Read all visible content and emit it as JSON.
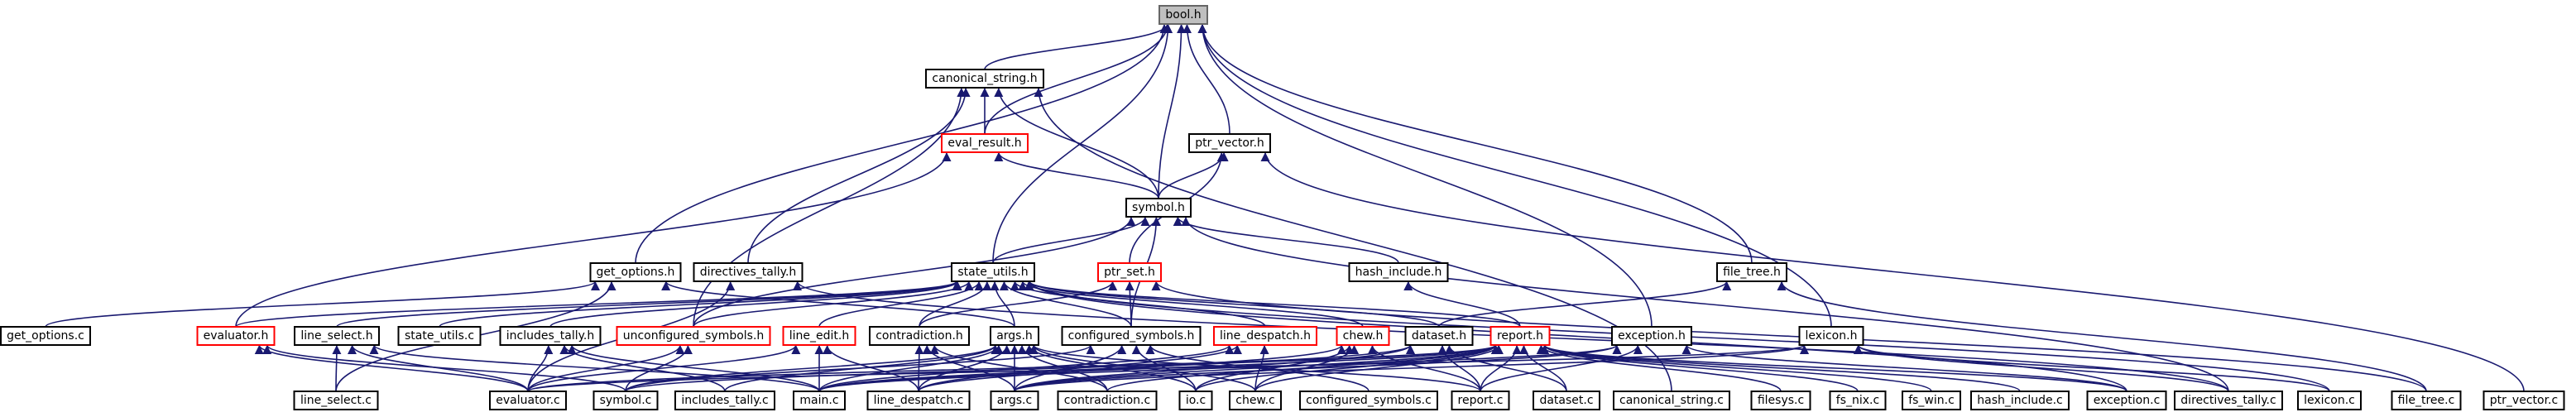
{
  "colors": {
    "edge": "#191970",
    "node_border": "#000000",
    "node_border_truncated": "#ff0000",
    "node_border_root": "#666666",
    "root_fill": "#bfbfbf"
  },
  "nodes": [
    {
      "id": "bool_h",
      "label": "bool.h",
      "kind": "root"
    },
    {
      "id": "canonical_string_h",
      "label": "canonical_string.h",
      "kind": "normal"
    },
    {
      "id": "eval_result_h",
      "label": "eval_result.h",
      "kind": "truncated"
    },
    {
      "id": "ptr_vector_h",
      "label": "ptr_vector.h",
      "kind": "normal"
    },
    {
      "id": "symbol_h",
      "label": "symbol.h",
      "kind": "normal"
    },
    {
      "id": "get_options_h",
      "label": "get_options.h",
      "kind": "normal"
    },
    {
      "id": "directives_tally_h",
      "label": "directives_tally.h",
      "kind": "normal"
    },
    {
      "id": "state_utils_h",
      "label": "state_utils.h",
      "kind": "normal"
    },
    {
      "id": "ptr_set_h",
      "label": "ptr_set.h",
      "kind": "truncated"
    },
    {
      "id": "hash_include_h",
      "label": "hash_include.h",
      "kind": "normal"
    },
    {
      "id": "file_tree_h",
      "label": "file_tree.h",
      "kind": "normal"
    },
    {
      "id": "get_options_c",
      "label": "get_options.c",
      "kind": "normal"
    },
    {
      "id": "evaluator_h",
      "label": "evaluator.h",
      "kind": "truncated"
    },
    {
      "id": "line_select_h",
      "label": "line_select.h",
      "kind": "normal"
    },
    {
      "id": "state_utils_c",
      "label": "state_utils.c",
      "kind": "normal"
    },
    {
      "id": "includes_tally_h",
      "label": "includes_tally.h",
      "kind": "normal"
    },
    {
      "id": "unconfigured_symbols_h",
      "label": "unconfigured_symbols.h",
      "kind": "truncated"
    },
    {
      "id": "line_edit_h",
      "label": "line_edit.h",
      "kind": "truncated"
    },
    {
      "id": "contradiction_h",
      "label": "contradiction.h",
      "kind": "normal"
    },
    {
      "id": "args_h",
      "label": "args.h",
      "kind": "normal"
    },
    {
      "id": "configured_symbols_h",
      "label": "configured_symbols.h",
      "kind": "normal"
    },
    {
      "id": "line_despatch_h",
      "label": "line_despatch.h",
      "kind": "truncated"
    },
    {
      "id": "chew_h",
      "label": "chew.h",
      "kind": "truncated"
    },
    {
      "id": "dataset_h",
      "label": "dataset.h",
      "kind": "normal"
    },
    {
      "id": "report_h",
      "label": "report.h",
      "kind": "truncated"
    },
    {
      "id": "exception_h",
      "label": "exception.h",
      "kind": "normal"
    },
    {
      "id": "lexicon_h",
      "label": "lexicon.h",
      "kind": "normal"
    },
    {
      "id": "line_select_c",
      "label": "line_select.c",
      "kind": "normal"
    },
    {
      "id": "evaluator_c",
      "label": "evaluator.c",
      "kind": "normal"
    },
    {
      "id": "symbol_c",
      "label": "symbol.c",
      "kind": "normal"
    },
    {
      "id": "includes_tally_c",
      "label": "includes_tally.c",
      "kind": "normal"
    },
    {
      "id": "main_c",
      "label": "main.c",
      "kind": "normal"
    },
    {
      "id": "line_despatch_c",
      "label": "line_despatch.c",
      "kind": "normal"
    },
    {
      "id": "args_c",
      "label": "args.c",
      "kind": "normal"
    },
    {
      "id": "contradiction_c",
      "label": "contradiction.c",
      "kind": "normal"
    },
    {
      "id": "io_c",
      "label": "io.c",
      "kind": "normal"
    },
    {
      "id": "chew_c",
      "label": "chew.c",
      "kind": "normal"
    },
    {
      "id": "configured_symbols_c",
      "label": "configured_symbols.c",
      "kind": "normal"
    },
    {
      "id": "report_c",
      "label": "report.c",
      "kind": "normal"
    },
    {
      "id": "dataset_c",
      "label": "dataset.c",
      "kind": "normal"
    },
    {
      "id": "canonical_string_c",
      "label": "canonical_string.c",
      "kind": "normal"
    },
    {
      "id": "filesys_c",
      "label": "filesys.c",
      "kind": "normal"
    },
    {
      "id": "fs_nix_c",
      "label": "fs_nix.c",
      "kind": "normal"
    },
    {
      "id": "fs_win_c",
      "label": "fs_win.c",
      "kind": "normal"
    },
    {
      "id": "hash_include_c",
      "label": "hash_include.c",
      "kind": "normal"
    },
    {
      "id": "exception_c",
      "label": "exception.c",
      "kind": "normal"
    },
    {
      "id": "directives_tally_c",
      "label": "directives_tally.c",
      "kind": "normal"
    },
    {
      "id": "lexicon_c",
      "label": "lexicon.c",
      "kind": "normal"
    },
    {
      "id": "file_tree_c",
      "label": "file_tree.c",
      "kind": "normal"
    },
    {
      "id": "ptr_vector_c",
      "label": "ptr_vector.c",
      "kind": "normal"
    }
  ],
  "edges": [
    [
      "canonical_string_h",
      "bool_h"
    ],
    [
      "ptr_vector_h",
      "bool_h"
    ],
    [
      "symbol_h",
      "bool_h"
    ],
    [
      "get_options_h",
      "bool_h"
    ],
    [
      "state_utils_h",
      "bool_h"
    ],
    [
      "file_tree_h",
      "bool_h"
    ],
    [
      "exception_h",
      "bool_h"
    ],
    [
      "lexicon_h",
      "bool_h"
    ],
    [
      "eval_result_h",
      "bool_h"
    ],
    [
      "eval_result_h",
      "canonical_string_h"
    ],
    [
      "symbol_h",
      "canonical_string_h"
    ],
    [
      "directives_tally_h",
      "canonical_string_h"
    ],
    [
      "canonical_string_c",
      "canonical_string_h"
    ],
    [
      "unconfigured_symbols_h",
      "canonical_string_h"
    ],
    [
      "symbol_h",
      "eval_result_h"
    ],
    [
      "evaluator_h",
      "eval_result_h"
    ],
    [
      "symbol_h",
      "ptr_vector_h"
    ],
    [
      "ptr_set_h",
      "ptr_vector_h"
    ],
    [
      "ptr_vector_c",
      "ptr_vector_h"
    ],
    [
      "hash_include_h",
      "symbol_h"
    ],
    [
      "state_utils_h",
      "symbol_h"
    ],
    [
      "configured_symbols_h",
      "symbol_h"
    ],
    [
      "unconfigured_symbols_h",
      "symbol_h"
    ],
    [
      "directives_tally_c",
      "symbol_h"
    ],
    [
      "get_options_c",
      "get_options_h"
    ],
    [
      "line_select_c",
      "get_options_h"
    ],
    [
      "args_h",
      "get_options_h"
    ],
    [
      "directives_tally_c",
      "directives_tally_h"
    ],
    [
      "evaluator_c",
      "directives_tally_h"
    ],
    [
      "configured_symbols_h",
      "ptr_set_h"
    ],
    [
      "contradiction_h",
      "ptr_set_h"
    ],
    [
      "file_tree_c",
      "ptr_set_h"
    ],
    [
      "report_h",
      "hash_include_h"
    ],
    [
      "dataset_h",
      "file_tree_h"
    ],
    [
      "file_tree_c",
      "file_tree_h"
    ],
    [
      "evaluator_h",
      "state_utils_h"
    ],
    [
      "line_select_h",
      "state_utils_h"
    ],
    [
      "state_utils_c",
      "state_utils_h"
    ],
    [
      "includes_tally_h",
      "state_utils_h"
    ],
    [
      "unconfigured_symbols_h",
      "state_utils_h"
    ],
    [
      "line_edit_h",
      "state_utils_h"
    ],
    [
      "contradiction_h",
      "state_utils_h"
    ],
    [
      "args_h",
      "state_utils_h"
    ],
    [
      "configured_symbols_h",
      "state_utils_h"
    ],
    [
      "line_despatch_h",
      "state_utils_h"
    ],
    [
      "chew_h",
      "state_utils_h"
    ],
    [
      "dataset_h",
      "state_utils_h"
    ],
    [
      "report_h",
      "state_utils_h"
    ],
    [
      "lexicon_c",
      "state_utils_h"
    ],
    [
      "exception_c",
      "state_utils_h"
    ],
    [
      "evaluator_c",
      "evaluator_h"
    ],
    [
      "symbol_c",
      "evaluator_h"
    ],
    [
      "line_select_c",
      "line_select_h"
    ],
    [
      "evaluator_c",
      "line_select_h"
    ],
    [
      "main_c",
      "line_select_h"
    ],
    [
      "evaluator_c",
      "includes_tally_h"
    ],
    [
      "includes_tally_c",
      "includes_tally_h"
    ],
    [
      "main_c",
      "includes_tally_h"
    ],
    [
      "symbol_c",
      "unconfigured_symbols_h"
    ],
    [
      "evaluator_c",
      "unconfigured_symbols_h"
    ],
    [
      "main_c",
      "line_edit_h"
    ],
    [
      "line_despatch_c",
      "line_edit_h"
    ],
    [
      "evaluator_c",
      "line_edit_h"
    ],
    [
      "contradiction_c",
      "contradiction_h"
    ],
    [
      "line_despatch_c",
      "contradiction_h"
    ],
    [
      "args_c",
      "contradiction_h"
    ],
    [
      "symbol_c",
      "args_h"
    ],
    [
      "includes_tally_c",
      "args_h"
    ],
    [
      "main_c",
      "args_h"
    ],
    [
      "line_despatch_c",
      "args_h"
    ],
    [
      "args_c",
      "args_h"
    ],
    [
      "contradiction_c",
      "args_h"
    ],
    [
      "io_c",
      "args_h"
    ],
    [
      "chew_c",
      "args_h"
    ],
    [
      "report_c",
      "args_h"
    ],
    [
      "configured_symbols_c",
      "configured_symbols_h"
    ],
    [
      "args_c",
      "configured_symbols_h"
    ],
    [
      "symbol_c",
      "configured_symbols_h"
    ],
    [
      "io_c",
      "configured_symbols_h"
    ],
    [
      "line_despatch_c",
      "line_despatch_h"
    ],
    [
      "main_c",
      "line_despatch_h"
    ],
    [
      "chew_c",
      "line_despatch_h"
    ],
    [
      "chew_c",
      "chew_h"
    ],
    [
      "io_c",
      "chew_h"
    ],
    [
      "line_despatch_c",
      "chew_h"
    ],
    [
      "report_c",
      "chew_h"
    ],
    [
      "dataset_c",
      "dataset_h"
    ],
    [
      "main_c",
      "dataset_h"
    ],
    [
      "args_c",
      "dataset_h"
    ],
    [
      "report_c",
      "dataset_h"
    ],
    [
      "report_c",
      "report_h"
    ],
    [
      "symbol_c",
      "report_h"
    ],
    [
      "evaluator_c",
      "report_h"
    ],
    [
      "args_c",
      "report_h"
    ],
    [
      "main_c",
      "report_h"
    ],
    [
      "dataset_c",
      "report_h"
    ],
    [
      "io_c",
      "report_h"
    ],
    [
      "filesys_c",
      "report_h"
    ],
    [
      "fs_nix_c",
      "report_h"
    ],
    [
      "fs_win_c",
      "report_h"
    ],
    [
      "hash_include_c",
      "report_h"
    ],
    [
      "exception_c",
      "report_h"
    ],
    [
      "chew_c",
      "report_h"
    ],
    [
      "contradiction_c",
      "report_h"
    ],
    [
      "report_c",
      "exception_h"
    ],
    [
      "args_c",
      "exception_h"
    ],
    [
      "main_c",
      "exception_h"
    ],
    [
      "exception_c",
      "exception_h"
    ],
    [
      "lexicon_c",
      "lexicon_h"
    ],
    [
      "args_c",
      "lexicon_h"
    ],
    [
      "evaluator_c",
      "lexicon_h"
    ],
    [
      "directives_tally_c",
      "lexicon_h"
    ]
  ]
}
